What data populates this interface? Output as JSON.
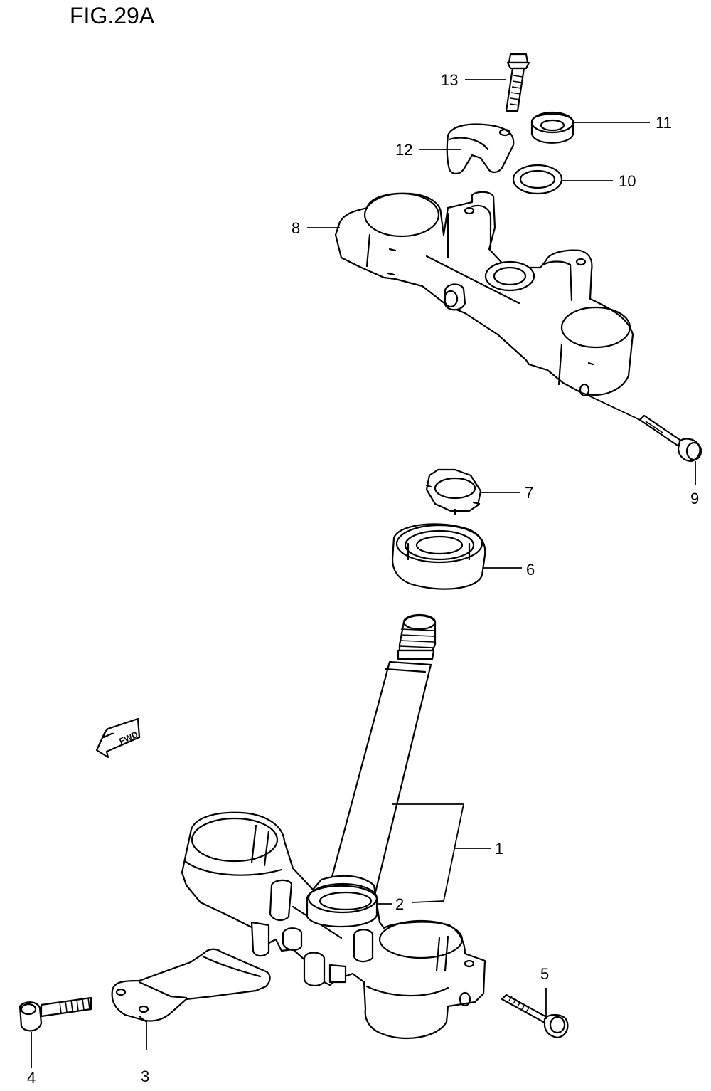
{
  "figure": {
    "title": "FIG.29A",
    "fwd_label": "FWD"
  },
  "callouts": [
    {
      "id": "1",
      "label": "1"
    },
    {
      "id": "2",
      "label": "2"
    },
    {
      "id": "3",
      "label": "3"
    },
    {
      "id": "4",
      "label": "4"
    },
    {
      "id": "5",
      "label": "5"
    },
    {
      "id": "6",
      "label": "6"
    },
    {
      "id": "7",
      "label": "7"
    },
    {
      "id": "8",
      "label": "8"
    },
    {
      "id": "9",
      "label": "9"
    },
    {
      "id": "10",
      "label": "10"
    },
    {
      "id": "11",
      "label": "11"
    },
    {
      "id": "12",
      "label": "12"
    },
    {
      "id": "13",
      "label": "13"
    }
  ]
}
